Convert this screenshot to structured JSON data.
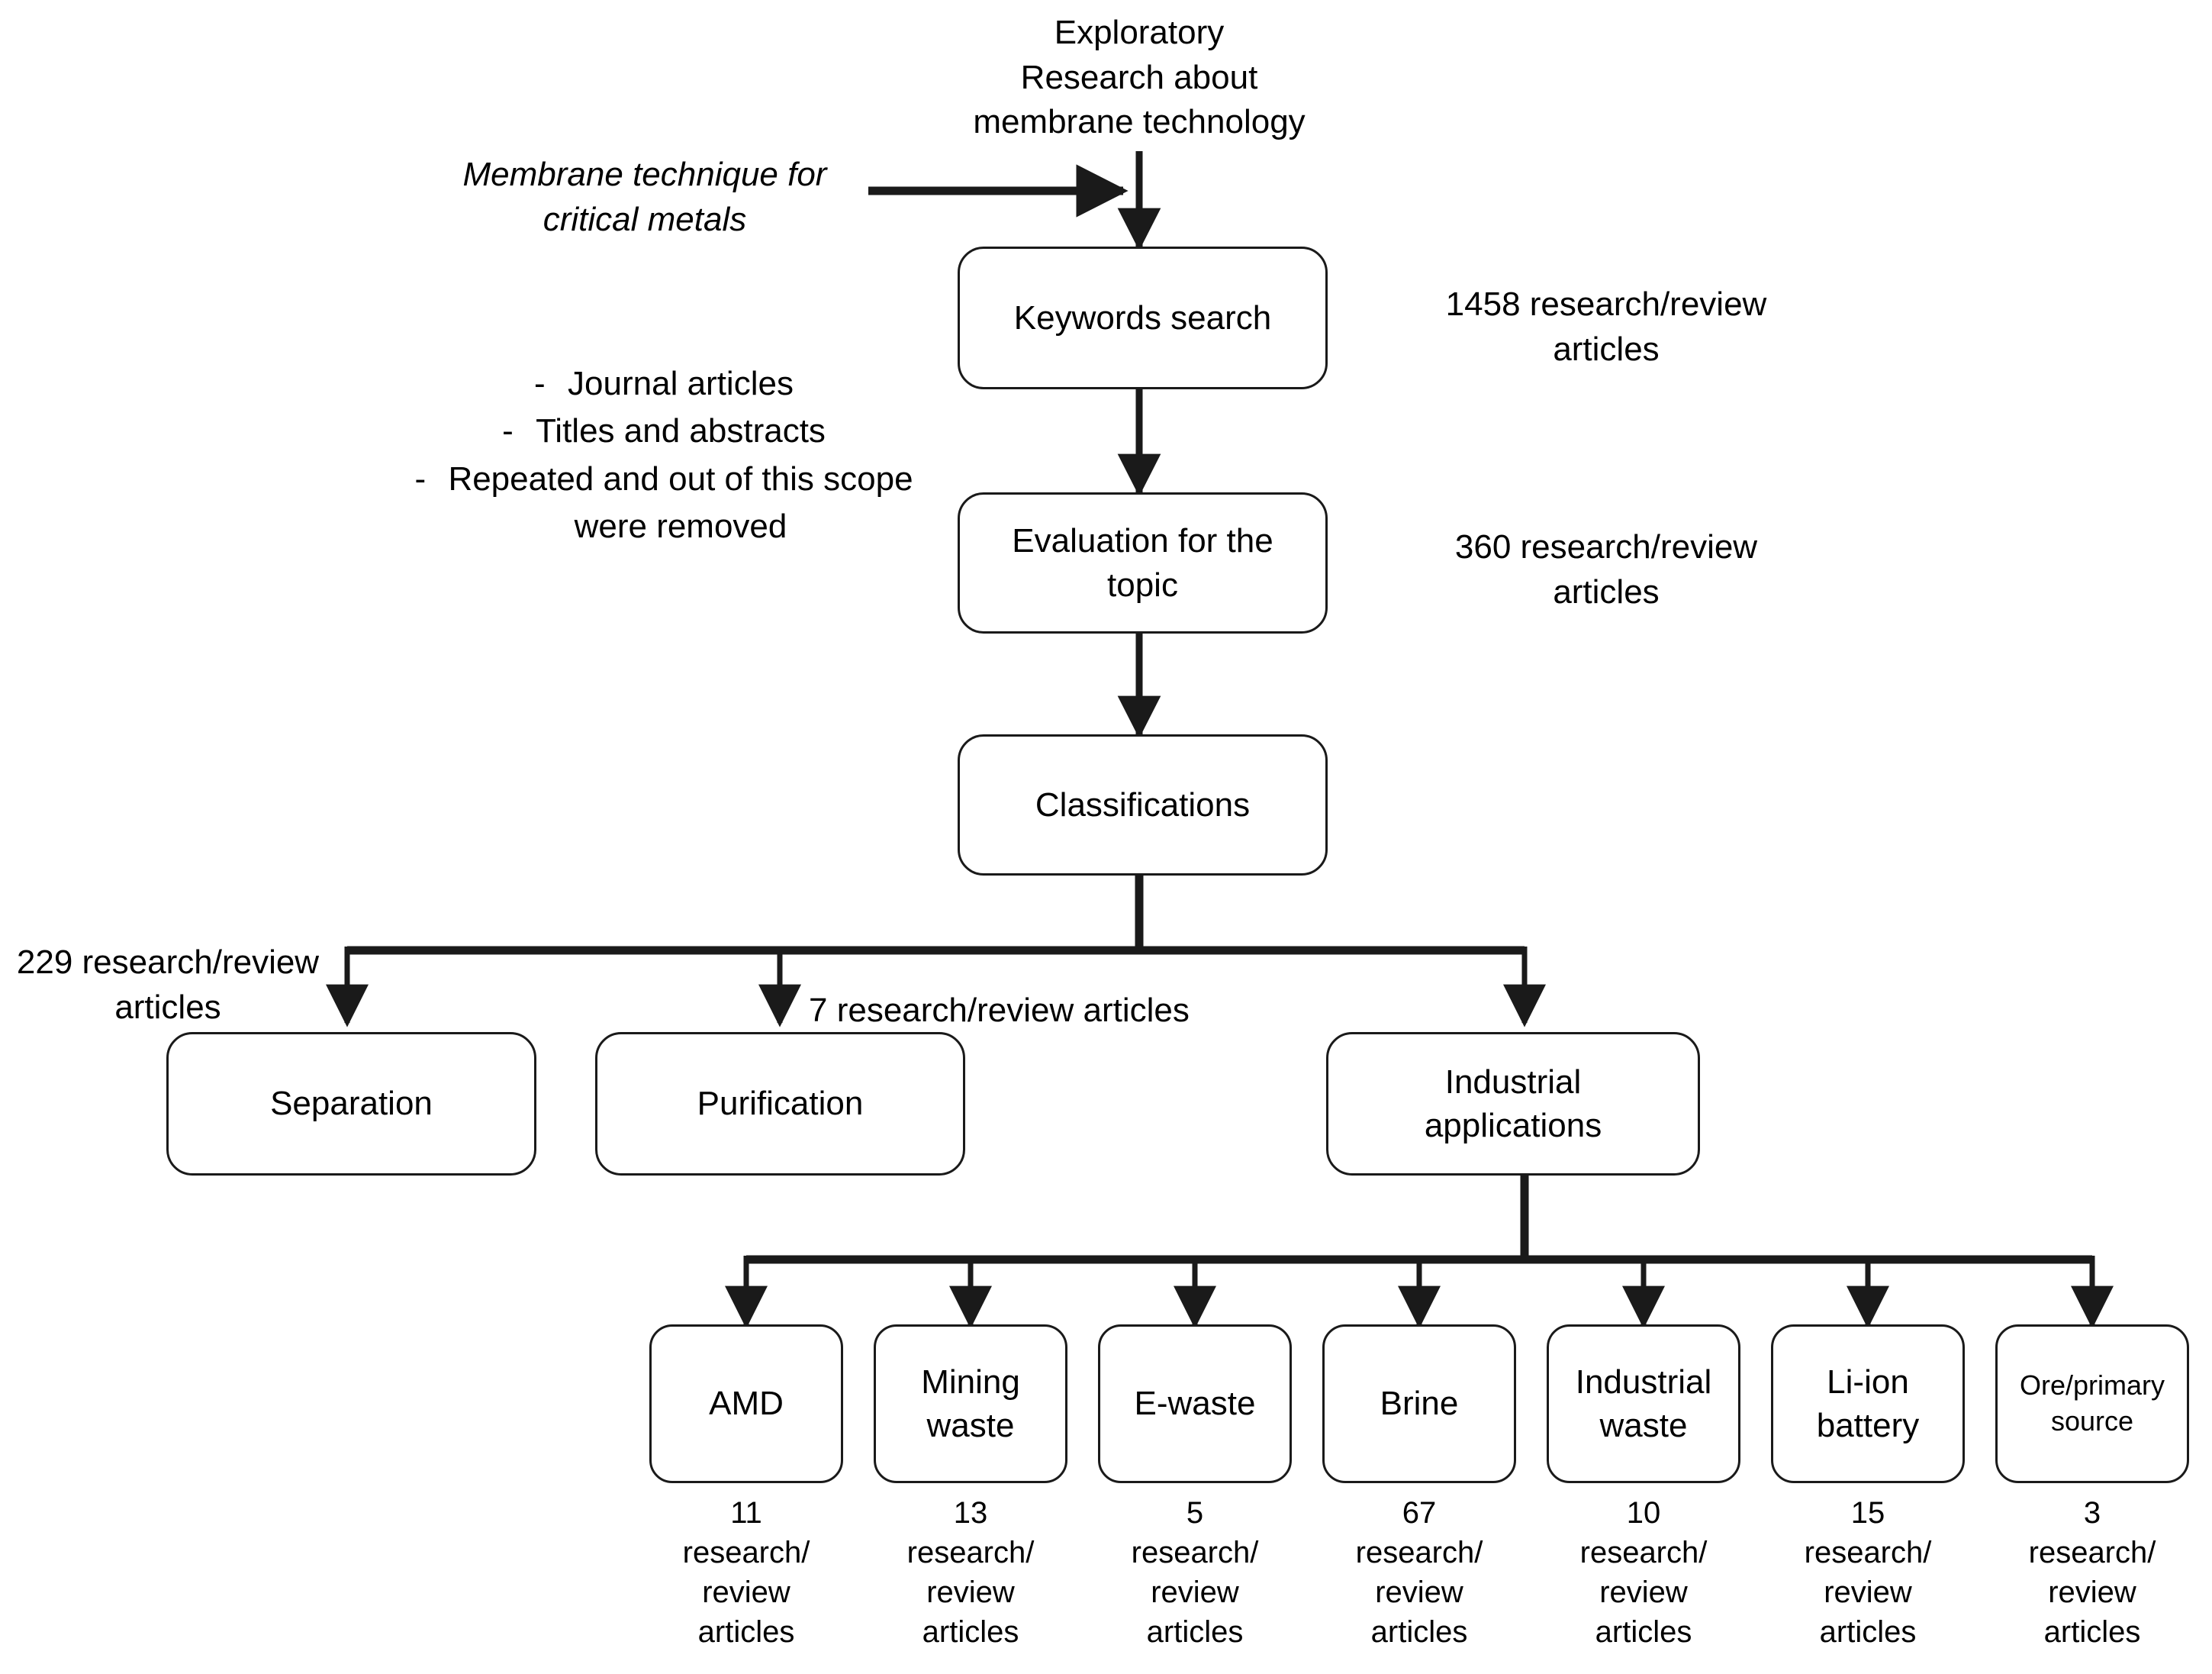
{
  "diagram": {
    "title_text": "Exploratory\nResearch about\nmembrane technology",
    "side_note": "Membrane technique for\ncritical metals",
    "criteria": {
      "dash": "-",
      "items": [
        "Journal articles",
        "Titles and abstracts",
        "Repeated and out of this scope\nwere removed"
      ]
    },
    "pipeline": [
      {
        "label": "Keywords search",
        "count_label": "1458 research/review\narticles"
      },
      {
        "label": "Evaluation for the\ntopic",
        "count_label": "360 research/review\narticles"
      },
      {
        "label": "Classifications",
        "count_label": ""
      }
    ],
    "classification_branches": [
      {
        "label": "Separation",
        "count_label": "229 research/review\narticles"
      },
      {
        "label": "Purification",
        "count_label": "7 research/review articles"
      },
      {
        "label": "Industrial\napplications",
        "count_label": ""
      }
    ],
    "application_branches": [
      {
        "label": "AMD",
        "count_label": "11\nresearch/\nreview\narticles"
      },
      {
        "label": "Mining\nwaste",
        "count_label": "13\nresearch/\nreview\narticles"
      },
      {
        "label": "E-waste",
        "count_label": "5\nresearch/\nreview\narticles"
      },
      {
        "label": "Brine",
        "count_label": "67\nresearch/\nreview\narticles"
      },
      {
        "label": "Industrial\nwaste",
        "count_label": "10\nresearch/\nreview\narticles"
      },
      {
        "label": "Li-ion\nbattery",
        "count_label": "15\nresearch/\nreview\narticles"
      },
      {
        "label": "Ore/primary\nsource",
        "count_label": "3\nresearch/\nreview\narticles"
      }
    ],
    "colors": {
      "stroke": "#1a1a1a",
      "background": "#ffffff",
      "text": "#000000"
    }
  }
}
